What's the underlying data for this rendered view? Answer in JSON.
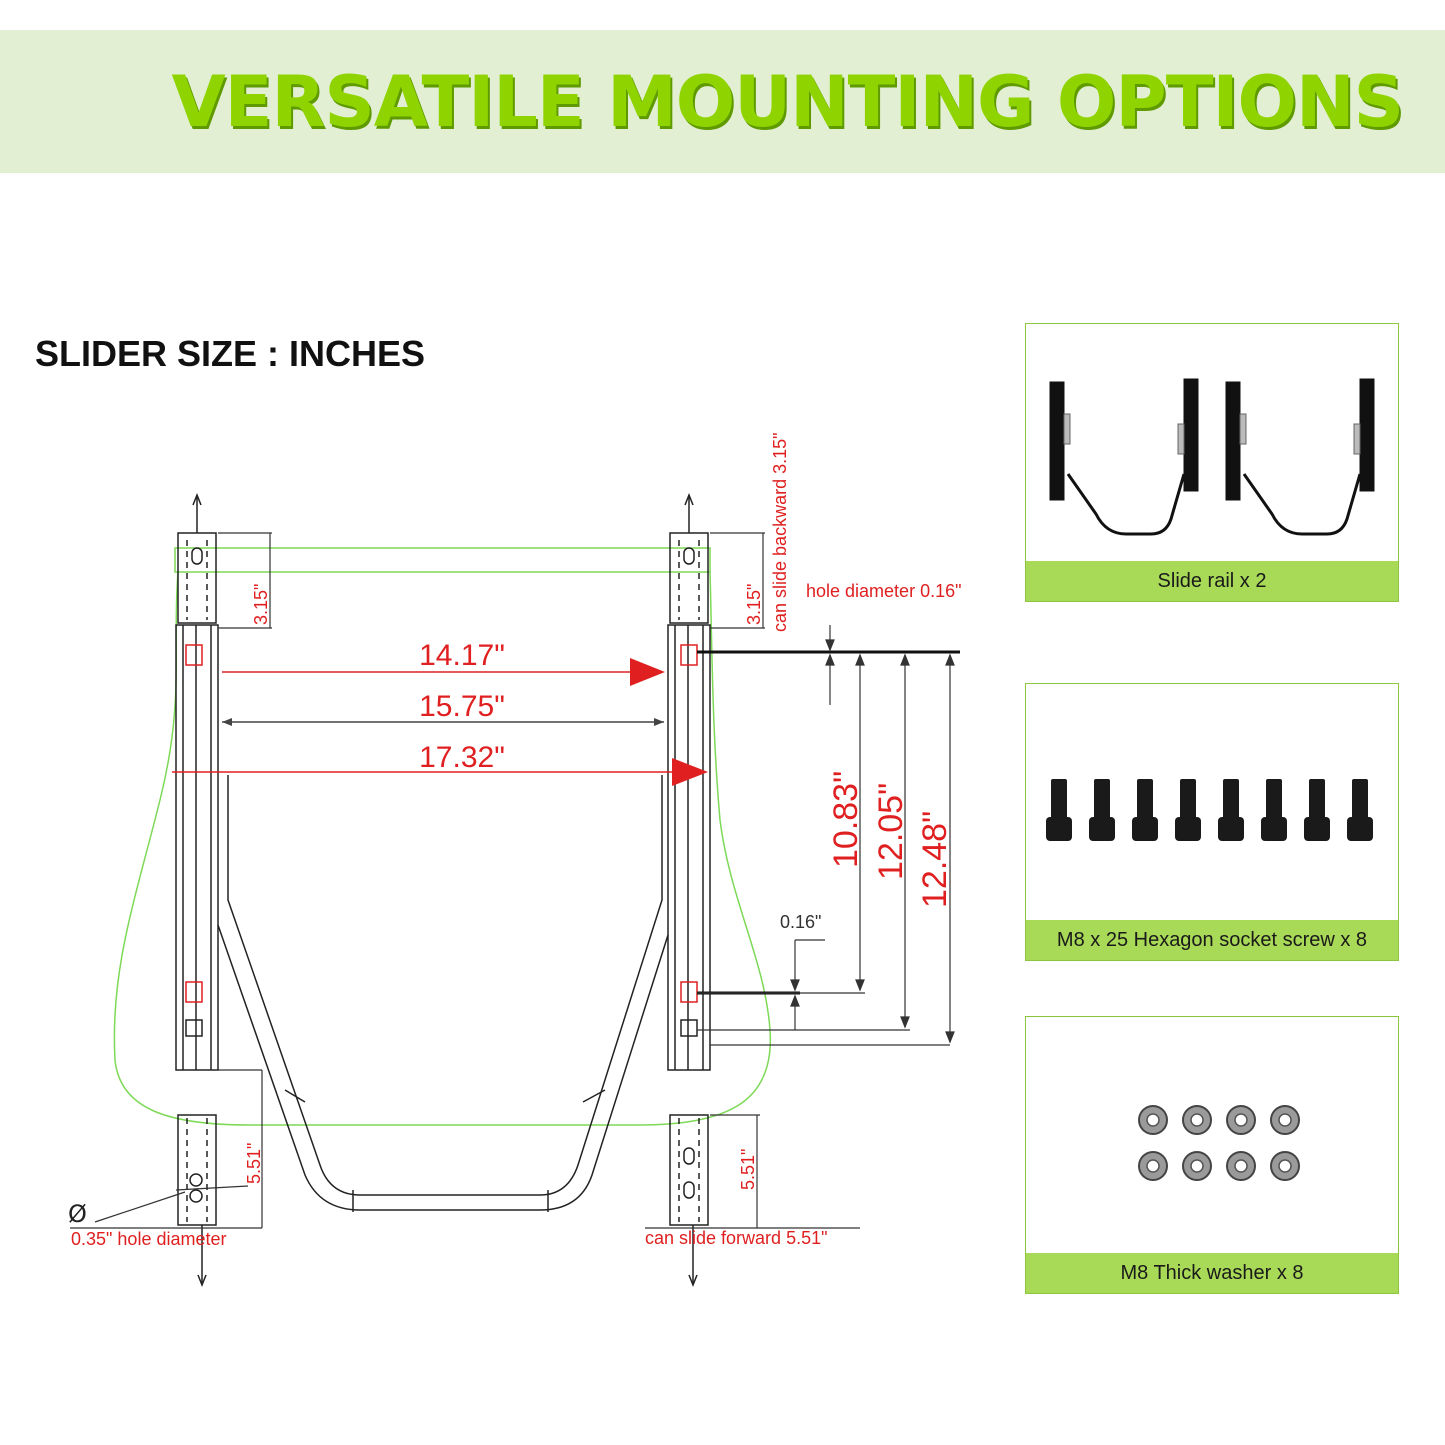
{
  "header": {
    "title": "VERSATILE MOUNTING OPTIONS"
  },
  "diagram": {
    "heading": "SLIDER SIZE : INCHES",
    "labels": {
      "can_slide_backward": "can slide backward 3.15\"",
      "backward_left": "3.15\"",
      "backward_right": "3.15\"",
      "hole_diameter_top": "hole diameter 0.16\"",
      "width_inner": "14.17\"",
      "width_mid": "15.75\"",
      "width_outer": "17.32\"",
      "len_a": "10.83\"",
      "len_b": "12.05\"",
      "len_c": "12.48\"",
      "hole_offset": "0.16\"",
      "forward_left": "5.51\"",
      "forward_right": "5.51\"",
      "diameter_symbol": "Ø",
      "hole_diameter_bottom": "0.35\" hole diameter",
      "can_slide_forward": "can slide forward 5.51\""
    }
  },
  "parts": [
    {
      "label": "Slide rail x 2",
      "icon": "slide-rail-icon"
    },
    {
      "label": "M8 x 25 Hexagon socket screw x 8",
      "icon": "hex-screw-icon"
    },
    {
      "label": "M8 Thick washer x 8",
      "icon": "washer-icon"
    }
  ],
  "colors": {
    "accent": "#8fd400",
    "dimension_red": "#e02020",
    "outline_green": "#7ed957",
    "label_bar": "#a8d957"
  }
}
